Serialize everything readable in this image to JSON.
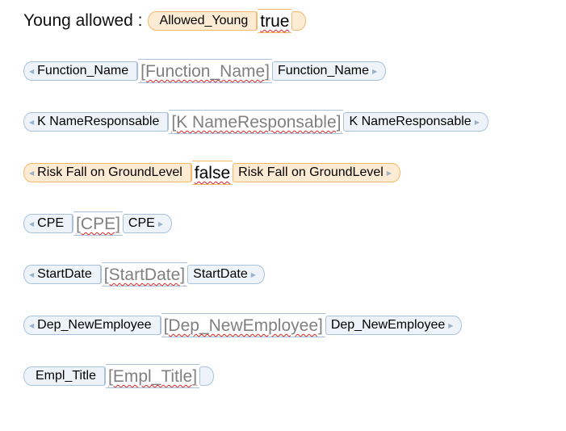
{
  "document": {
    "lead_text": "Young allowed :",
    "controls": [
      {
        "color": "orange",
        "start": "Allowed_Young",
        "value": "true",
        "placeholder": false,
        "end": "",
        "arrows": false
      },
      {
        "color": "blue",
        "start": "Function_Name",
        "value": "[Function_Name]",
        "placeholder": true,
        "end": "Function_Name",
        "arrows": true
      },
      {
        "color": "blue",
        "start": "K NameResponsable",
        "value": "[K NameResponsable]",
        "placeholder": true,
        "end": "K NameResponsable",
        "arrows": true
      },
      {
        "color": "orange",
        "start": "Risk Fall on GroundLevel",
        "value": "false",
        "placeholder": false,
        "end": "Risk Fall on GroundLevel",
        "arrows": true
      },
      {
        "color": "blue",
        "start": "CPE",
        "value": "[CPE]",
        "placeholder": true,
        "end": "CPE",
        "arrows": true
      },
      {
        "color": "blue",
        "start": "StartDate",
        "value": "[StartDate]",
        "placeholder": true,
        "end": "StartDate",
        "arrows": true
      },
      {
        "color": "blue",
        "start": "Dep_NewEmployee",
        "value": "[Dep_NewEmployee]",
        "placeholder": true,
        "end": "Dep_NewEmployee",
        "arrows": true
      },
      {
        "color": "blue",
        "start": "Empl_Title",
        "value": "[Empl_Title]",
        "placeholder": true,
        "end": "",
        "arrows": false
      }
    ]
  },
  "colors": {
    "blue_tag": "#a9c2dc",
    "orange_tag": "#f6b967",
    "placeholder_text": "#808080"
  }
}
